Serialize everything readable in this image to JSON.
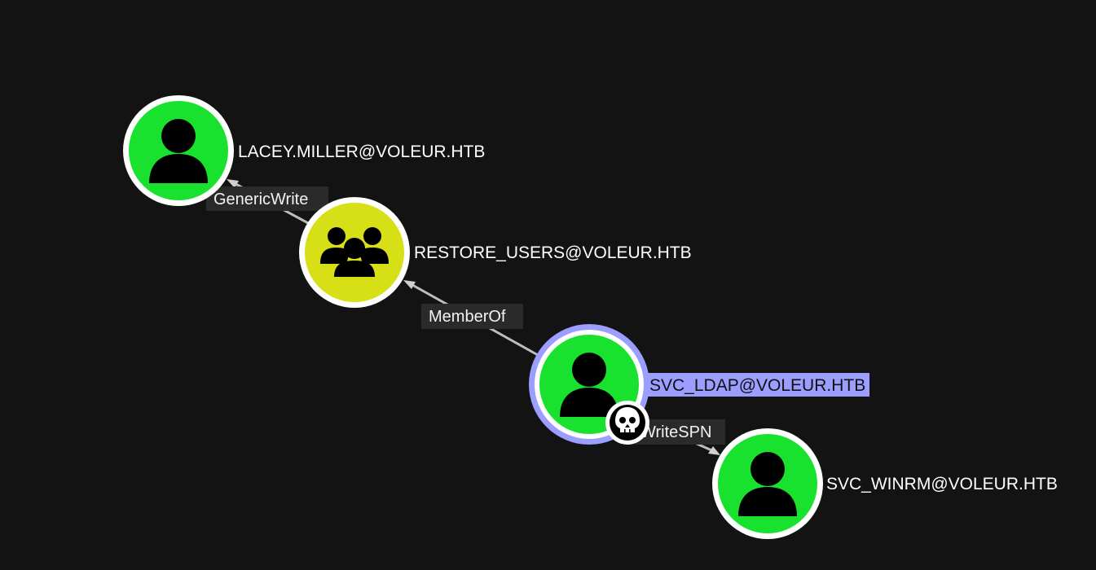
{
  "colors": {
    "background": "#131313",
    "user_node_fill": "#19e22e",
    "group_node_fill": "#d7e017",
    "node_ring": "#ffffff",
    "selected_ring": "#9b9eff",
    "selected_label_bg": "#9b9eff",
    "edge": "#bdbdbd"
  },
  "nodes": {
    "lacey": {
      "label": "LACEY.MILLER@VOLEUR.HTB",
      "icon": "user-icon",
      "kind": "user"
    },
    "restore_users": {
      "label": "RESTORE_USERS@VOLEUR.HTB",
      "icon": "group-icon",
      "kind": "group"
    },
    "svc_ldap": {
      "label": "SVC_LDAP@VOLEUR.HTB",
      "icon": "user-icon",
      "kind": "user",
      "selected": true,
      "badge_icon": "skull-icon"
    },
    "svc_winrm": {
      "label": "SVC_WINRM@VOLEUR.HTB",
      "icon": "user-icon",
      "kind": "user"
    }
  },
  "edges": {
    "genericwrite": {
      "label": "GenericWrite",
      "from": "restore_users",
      "to": "lacey"
    },
    "memberof": {
      "label": "MemberOf",
      "from": "svc_ldap",
      "to": "restore_users"
    },
    "writespn": {
      "label": "WriteSPN",
      "from": "svc_ldap",
      "to": "svc_winrm"
    }
  }
}
